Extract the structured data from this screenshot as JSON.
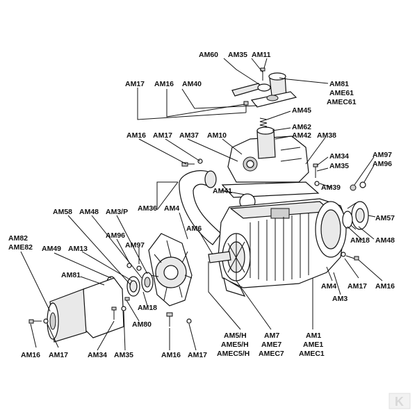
{
  "labels": {
    "am60": "AM60",
    "am35_top": "AM35",
    "am11": "AM11",
    "am81_top": "AM81",
    "ame61": "AME61",
    "amec61": "AMEC61",
    "am17_top": "AM17",
    "am16_top": "AM16",
    "am40": "AM40",
    "am45": "AM45",
    "am62": "AM62",
    "am42": "AM42",
    "am16_b": "AM16",
    "am17_b": "AM17",
    "am37": "AM37",
    "am10": "AM10",
    "am38": "AM38",
    "am34_r": "AM34",
    "am35_r": "AM35",
    "am39": "AM39",
    "am97_r": "AM97",
    "am96_r": "AM96",
    "am41": "AM41",
    "am57": "AM57",
    "am58": "AM58",
    "am48_l": "AM48",
    "am3p": "AM3/P",
    "am36": "AM36",
    "am4_top": "AM4",
    "am96_l": "AM96",
    "am6": "AM6",
    "am97_l": "AM97",
    "am82": "AM82",
    "ame82": "AME82",
    "am49": "AM49",
    "am13": "AM13",
    "am81_l": "AM81",
    "am18_r": "AM18",
    "am48_r": "AM48",
    "am4_r": "AM4",
    "am17_r": "AM17",
    "am16_r": "AM16",
    "am3": "AM3",
    "am18_l": "AM18",
    "am80": "AM80",
    "am5h": "AM5/H",
    "ame5h": "AME5/H",
    "amec5h": "AMEC5/H",
    "am7": "AM7",
    "ame7": "AME7",
    "amec7": "AMEC7",
    "am1": "AM1",
    "ame1": "AME1",
    "amec1": "AMEC1",
    "am16_bl": "AM16",
    "am17_bl": "AM17",
    "am34_b": "AM34",
    "am35_b": "AM35",
    "am16_bm": "AM16",
    "am17_bm": "AM17"
  },
  "watermark": "K"
}
